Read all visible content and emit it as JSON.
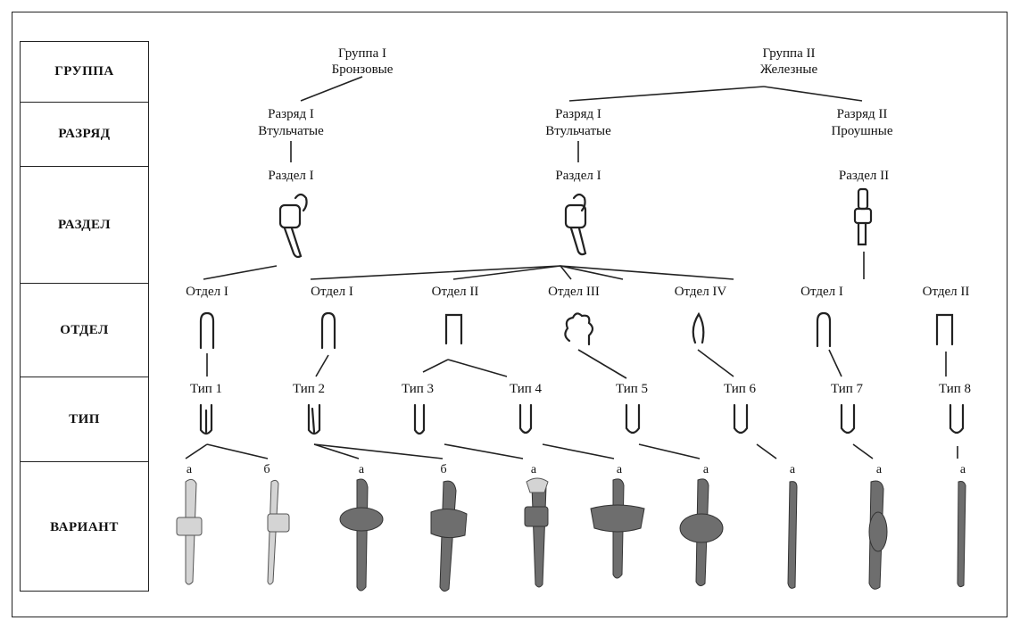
{
  "levels": [
    "ГРУППА",
    "РАЗРЯД",
    "РАЗДЕЛ",
    "ОТДЕЛ",
    "ТИП",
    "ВАРИАНТ"
  ],
  "groups": [
    {
      "line1": "Группа I",
      "line2": "Бронзовые"
    },
    {
      "line1": "Группа II",
      "line2": "Железные"
    }
  ],
  "razryady": [
    {
      "line1": "Разряд I",
      "line2": "Втульчатые"
    },
    {
      "line1": "Разряд I",
      "line2": "Втульчатые"
    },
    {
      "line1": "Разряд II",
      "line2": "Проушные"
    }
  ],
  "razdely": [
    "Раздел I",
    "Раздел I",
    "Раздел II"
  ],
  "otdely": [
    "Отдел I",
    "Отдел I",
    "Отдел II",
    "Отдел III",
    "Отдел IV",
    "Отдел I",
    "Отдел II"
  ],
  "tipy": [
    "Тип 1",
    "Тип 2",
    "Тип 3",
    "Тип 4",
    "Тип 5",
    "Тип 6",
    "Тип 7",
    "Тип 8"
  ],
  "varianty": [
    "а",
    "б",
    "а",
    "б",
    "а",
    "а",
    "а",
    "а",
    "а",
    "а"
  ]
}
